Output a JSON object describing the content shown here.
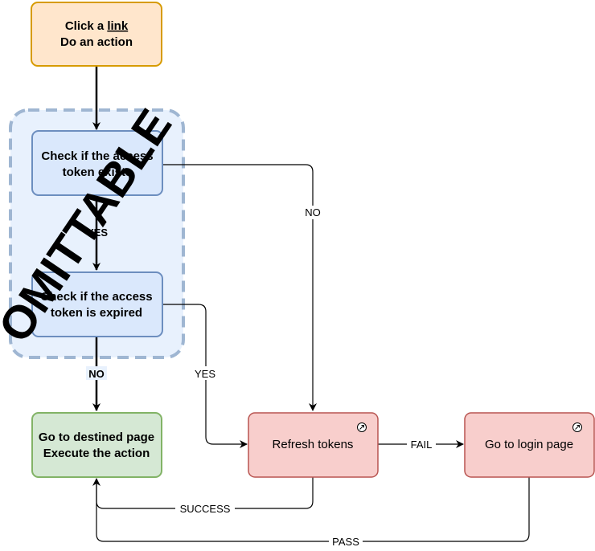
{
  "nodes": {
    "start": {
      "line1_prefix": "Click a ",
      "line1_link": "link",
      "line2": "Do an action"
    },
    "check_exists": {
      "line1": "Check if the access",
      "line2": "token exists"
    },
    "check_expired": {
      "line1": "Check if the access",
      "line2": "token is expired"
    },
    "destined": {
      "line1": "Go to destined page",
      "line2": "Execute the action"
    },
    "refresh": {
      "label": "Refresh tokens"
    },
    "login": {
      "label": "Go to login page"
    }
  },
  "edges": {
    "yes_exists": "YES",
    "no_exists": "NO",
    "no_expired": "NO",
    "yes_expired": "YES",
    "fail": "FAIL",
    "success": "SUCCESS",
    "pass": "PASS"
  },
  "overlay": {
    "stamp": "OMITTABLE"
  },
  "colors": {
    "start_fill": "#ffe6cc",
    "start_stroke": "#d79b00",
    "check_fill": "#dae8fc",
    "check_stroke": "#6c8ebf",
    "group_fill": "#e8f1fd",
    "group_stroke": "#9fb6d2",
    "green_fill": "#d5e8d4",
    "green_stroke": "#82b366",
    "red_fill": "#f8cecc",
    "red_stroke": "#b85450"
  },
  "icons": [
    "link-icon",
    "link-icon"
  ]
}
